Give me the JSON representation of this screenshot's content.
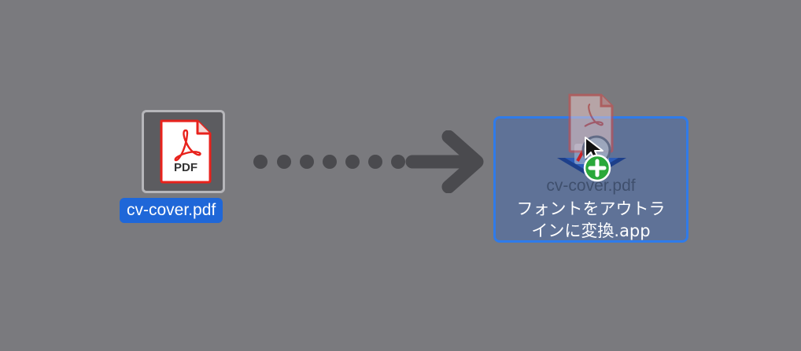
{
  "source_file": {
    "name": "cv-cover.pdf",
    "badge_text": "PDF",
    "icon": "pdf-document-icon",
    "icon_color": "#e8221c"
  },
  "drag": {
    "arrow_icon": "dotted-right-arrow-icon",
    "arrow_color": "#4a4a4e"
  },
  "target_app": {
    "name_line1": "フォントをアウトラ",
    "name_line2": "インに変換.app",
    "ghost_label": "cv-cover.pdf",
    "highlight_color": "#2f7bea",
    "badge_icon": "copy-plus-icon",
    "badge_color": "#2aa83a"
  }
}
